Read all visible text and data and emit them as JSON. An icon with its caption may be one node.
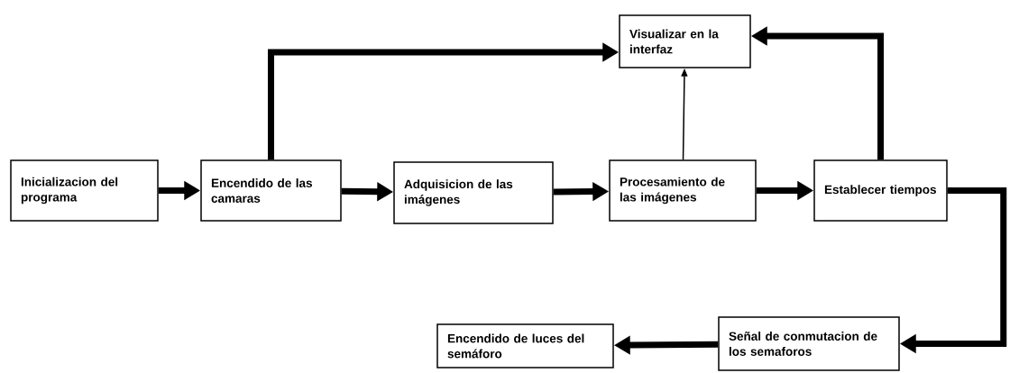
{
  "diagram": {
    "nodes": [
      {
        "text": [
          "Inicializacion del programa"
        ]
      },
      {
        "text": [
          "Encendido de las camaras"
        ]
      },
      {
        "text": [
          "Adquisicion de las imágenes"
        ]
      },
      {
        "text": [
          "Procesamiento de las imágenes"
        ]
      },
      {
        "text": [
          "Establecer tiempos"
        ]
      },
      {
        "text": [
          "Visualizar en la interfaz"
        ]
      },
      {
        "text": [
          "Señal de conmutacion de los semaforos"
        ]
      },
      {
        "text": [
          "Encendido de luces del semáforo"
        ]
      }
    ],
    "edges": [
      {
        "from": 0,
        "to": 1,
        "arrow": "to"
      },
      {
        "from": 1,
        "to": 2,
        "arrow": "to"
      },
      {
        "from": 2,
        "to": 3,
        "arrow": "to"
      },
      {
        "from": 3,
        "to": 4,
        "arrow": "to"
      },
      {
        "from": 1,
        "to": 5,
        "arrow": "to"
      },
      {
        "from": 3,
        "to": 5,
        "arrow": "to"
      },
      {
        "from": 4,
        "to": 5,
        "arrow": "to"
      },
      {
        "from": 4,
        "to": 6,
        "arrow": "to"
      },
      {
        "from": 6,
        "to": 7,
        "arrow": "to"
      }
    ]
  }
}
